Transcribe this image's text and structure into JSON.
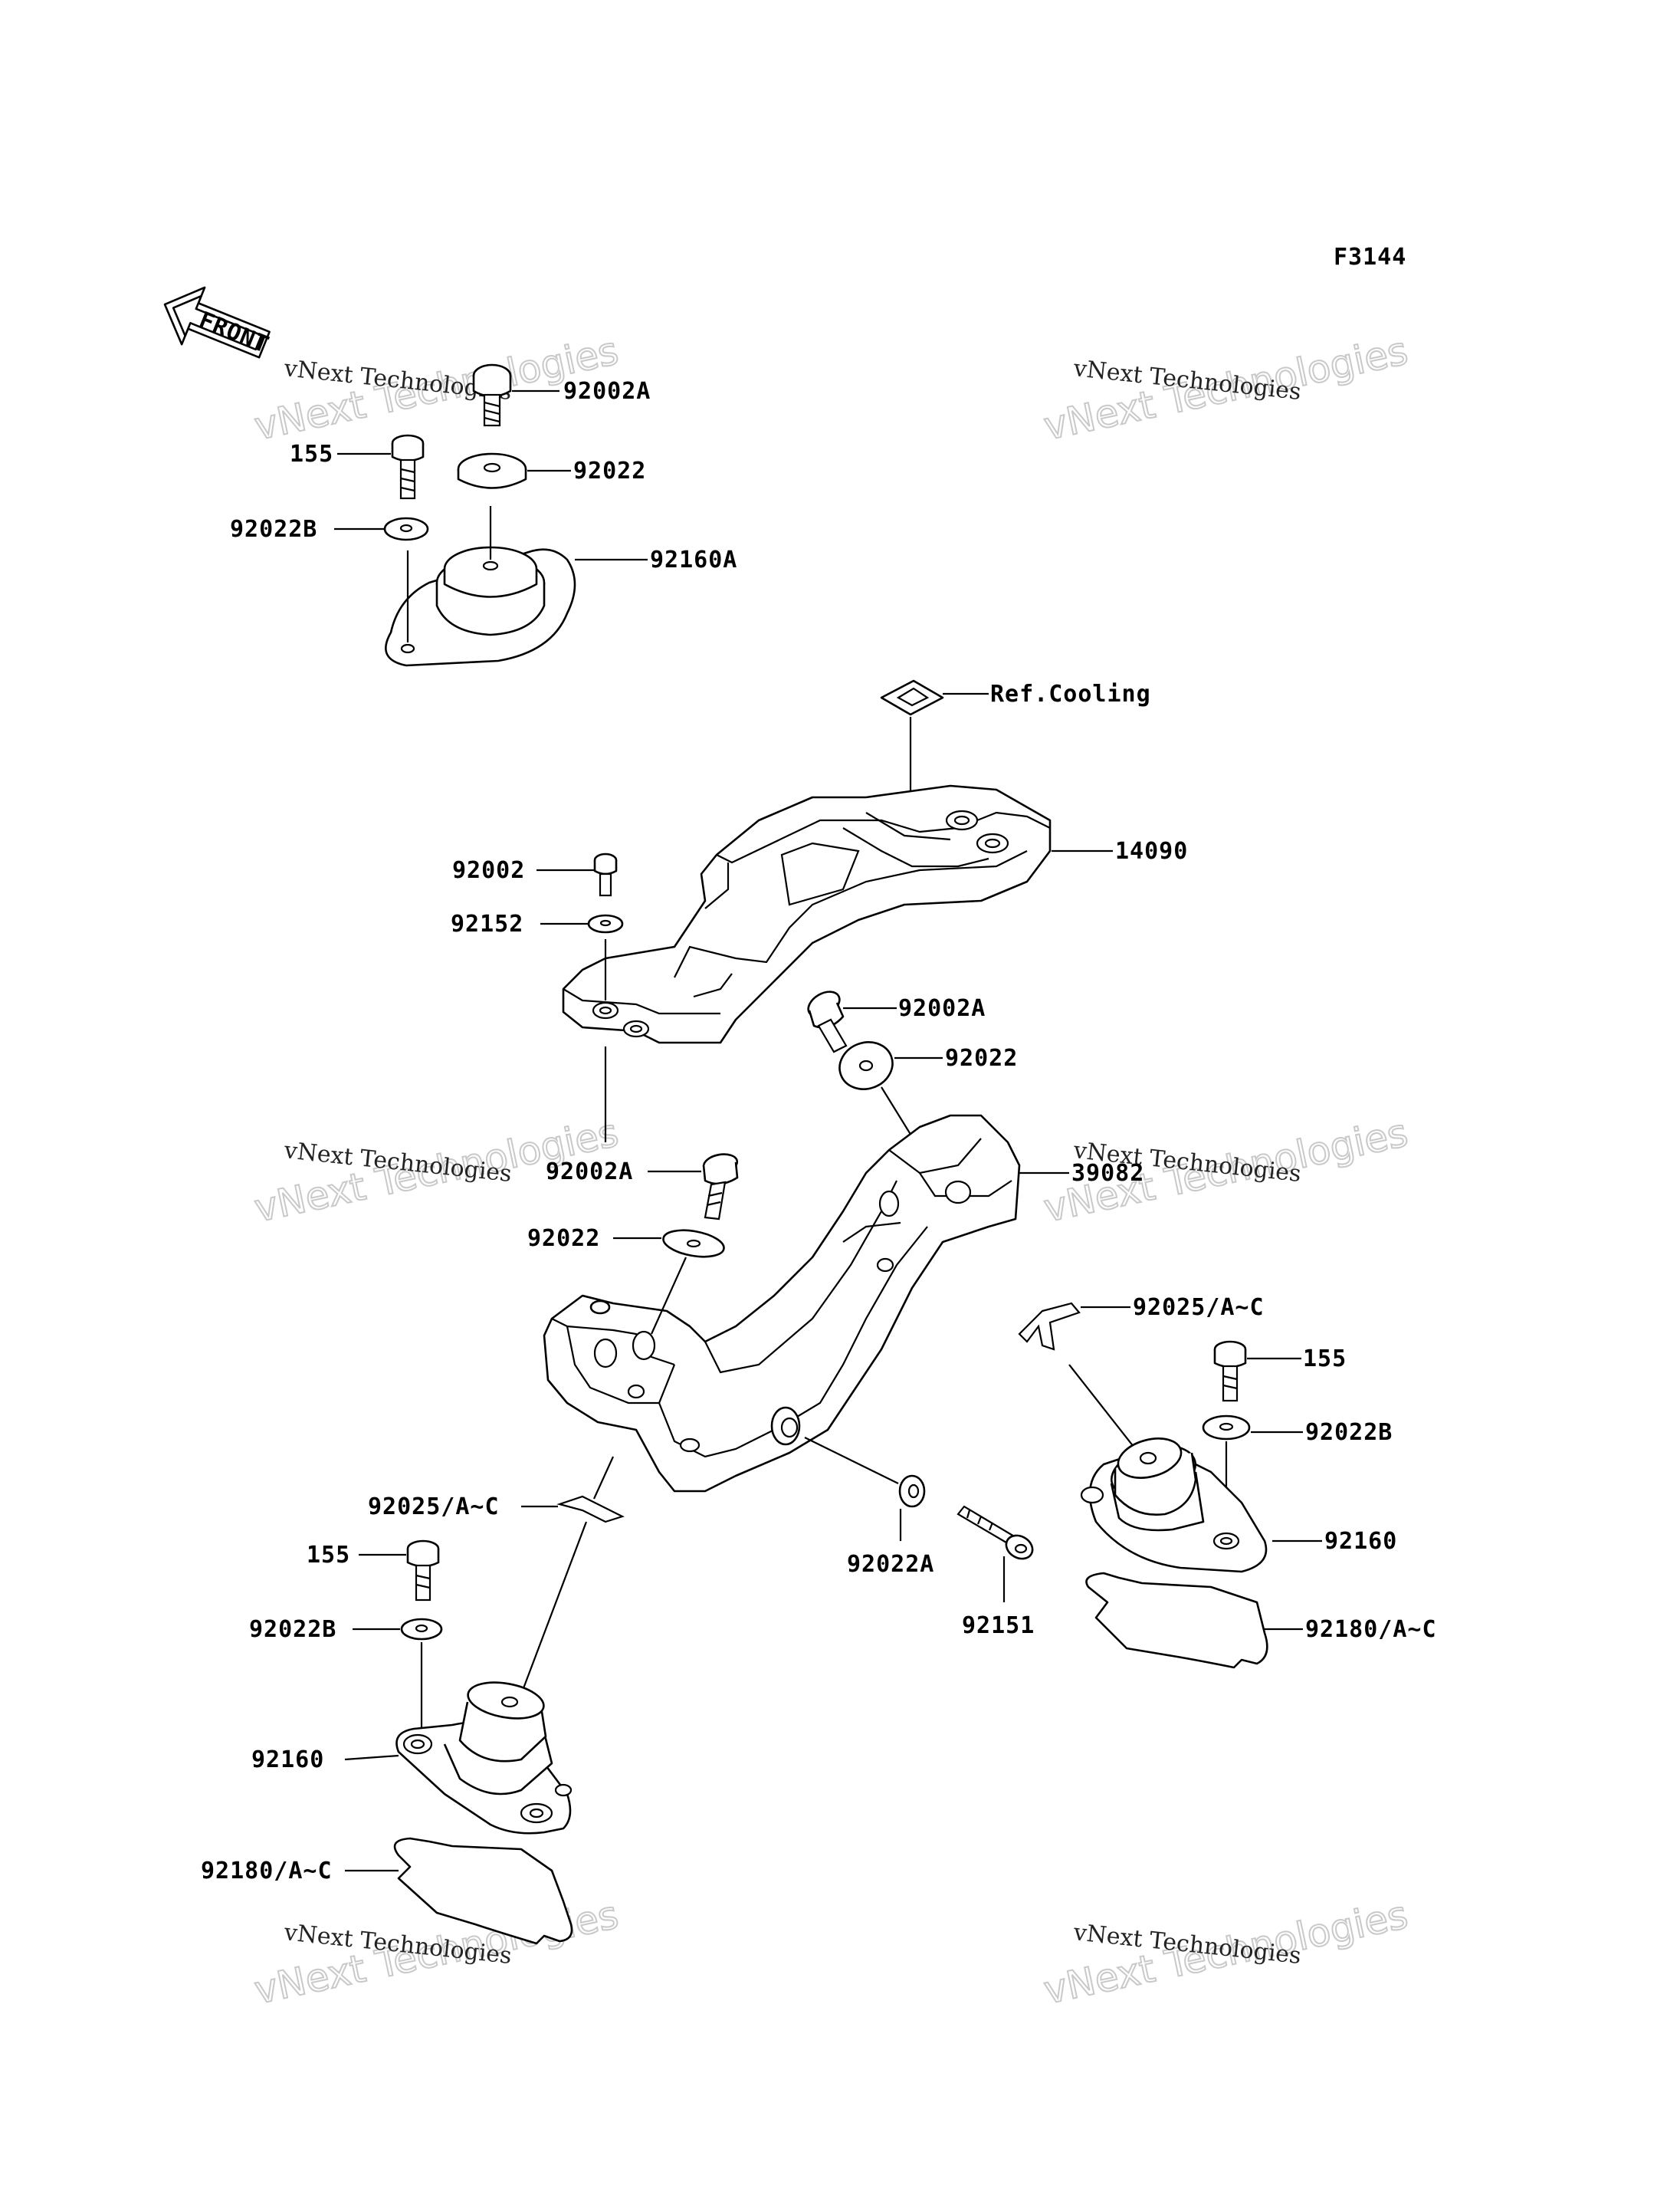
{
  "diagram_code": "F3144",
  "front_label": "FRONT",
  "watermark": {
    "line1": "vNext Technologies",
    "line2": "vNext Technologies"
  },
  "callouts": {
    "c92002A_top": "92002A",
    "c155_top": "155",
    "c92022_top": "92022",
    "c92022B_top": "92022B",
    "c92160A": "92160A",
    "ref_cooling": "Ref.Cooling",
    "c92002": "92002",
    "c14090": "14090",
    "c92152": "92152",
    "c92002A_mid": "92002A",
    "c92022_mid": "92022",
    "c92002A_left": "92002A",
    "c39082": "39082",
    "c92022_left": "92022",
    "c92025_right": "92025/A~C",
    "c155_right": "155",
    "c92022B_right": "92022B",
    "c92025_left": "92025/A~C",
    "c92160_right": "92160",
    "c92022A": "92022A",
    "c155_left": "155",
    "c92180_right": "92180/A~C",
    "c92151": "92151",
    "c92022B_left": "92022B",
    "c92160_left": "92160",
    "c92180_left": "92180/A~C"
  }
}
